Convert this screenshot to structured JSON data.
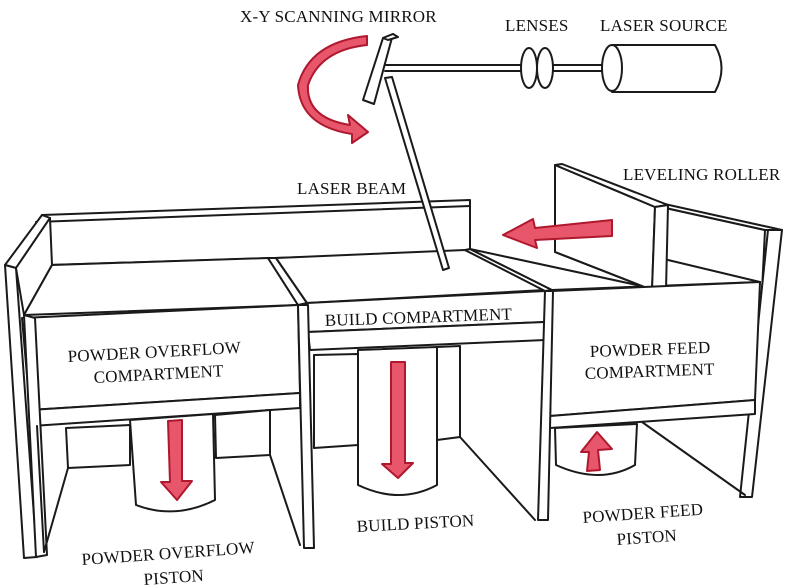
{
  "diagram": {
    "subject": "Selective laser sintering / powder bed fusion setup",
    "colors": {
      "line": "#1a1a1a",
      "arrow_fill": "#e8566c",
      "arrow_stroke": "#b0182e",
      "background": "#ffffff"
    },
    "labels": {
      "scanning_mirror": "X-Y SCANNING MIRROR",
      "lenses": "LENSES",
      "laser_source": "LASER SOURCE",
      "laser_beam": "LASER BEAM",
      "leveling_roller": "LEVELING ROLLER",
      "build_compartment": "BUILD COMPARTMENT",
      "overflow_compartment_line1": "POWDER OVERFLOW",
      "overflow_compartment_line2": "COMPARTMENT",
      "feed_compartment_line1": "POWDER FEED",
      "feed_compartment_line2": "COMPARTMENT",
      "build_piston": "BUILD PISTON",
      "overflow_piston_line1": "POWDER OVERFLOW",
      "overflow_piston_line2": "PISTON",
      "feed_piston_line1": "POWDER FEED",
      "feed_piston_line2": "PISTON"
    },
    "motion_arrows": [
      {
        "name": "mirror-rotation",
        "direction": "rotate-counterclockwise"
      },
      {
        "name": "roller-movement",
        "direction": "left"
      },
      {
        "name": "overflow-piston",
        "direction": "down"
      },
      {
        "name": "build-piston",
        "direction": "down"
      },
      {
        "name": "feed-piston",
        "direction": "up"
      }
    ]
  }
}
